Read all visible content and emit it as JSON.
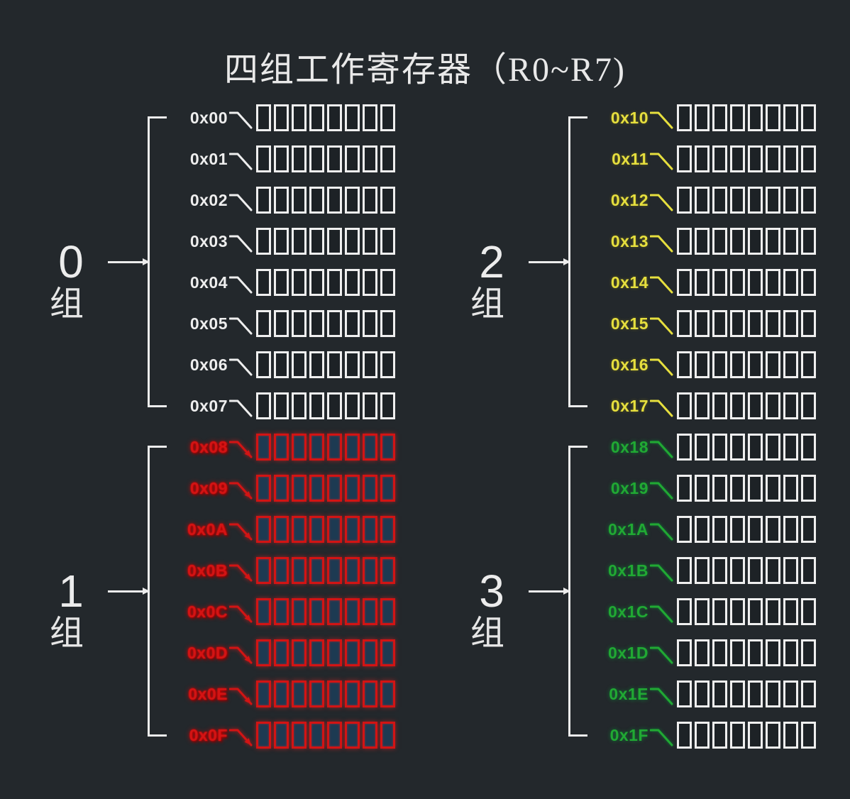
{
  "title": "四组工作寄存器（R0~R7)",
  "colors": {
    "background": "#23282c",
    "bracket_line": "#ececec",
    "default_bit_border": "#efefef",
    "default_bit_fill": "#1d2226",
    "red_bit_fill": "#1d3a52"
  },
  "bits_per_row": 8,
  "groups": [
    {
      "accent": "white",
      "color": "#eeeeee",
      "bit_fill": "#1d2226",
      "number": "0",
      "suffix": "组",
      "rows": [
        "0x00",
        "0x01",
        "0x02",
        "0x03",
        "0x04",
        "0x05",
        "0x06",
        "0x07"
      ]
    },
    {
      "accent": "yellow",
      "color": "#e6df3e",
      "bit_fill": "#1d2226",
      "number": "2",
      "suffix": "组",
      "rows": [
        "0x10",
        "0x11",
        "0x12",
        "0x13",
        "0x14",
        "0x15",
        "0x16",
        "0x17"
      ]
    },
    {
      "accent": "red",
      "color": "#d21414",
      "bit_fill": "#1d3a52",
      "number": "1",
      "suffix": "组",
      "rows": [
        "0x08",
        "0x09",
        "0x0A",
        "0x0B",
        "0x0C",
        "0x0D",
        "0x0E",
        "0x0F"
      ]
    },
    {
      "accent": "green",
      "color": "#21a933",
      "bit_fill": "#1d2226",
      "number": "3",
      "suffix": "组",
      "rows": [
        "0x18",
        "0x19",
        "0x1A",
        "0x1B",
        "0x1C",
        "0x1D",
        "0x1E",
        "0x1F"
      ]
    }
  ]
}
